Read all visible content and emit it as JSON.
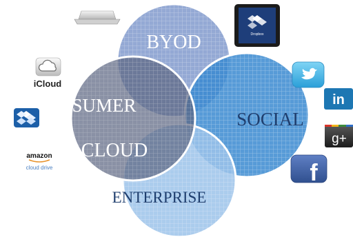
{
  "diagram": {
    "circles": [
      {
        "id": "byod",
        "label": "BYOD",
        "fill": "#8ea4d2"
      },
      {
        "id": "social",
        "label": "SOCIAL",
        "fill": "#3a8ad0"
      },
      {
        "id": "consumer",
        "label": "SUMER",
        "label_line2": "CLOUD",
        "fill": "#5d6782"
      },
      {
        "id": "enterprise",
        "label": "ENTERPRISE",
        "fill": "#9cc3ea"
      }
    ],
    "label_colors": {
      "light": "#ffffff",
      "dark": "#1f3e6e"
    }
  },
  "icons": {
    "left": [
      {
        "name": "icloud-icon",
        "text": "iCloud"
      },
      {
        "name": "dropbox-icon"
      },
      {
        "name": "amazon-cloud-drive-icon",
        "line1": "amazon",
        "line2": "cloud drive"
      }
    ],
    "right": [
      {
        "name": "twitter-icon"
      },
      {
        "name": "linkedin-icon",
        "text": "in"
      },
      {
        "name": "google-plus-icon",
        "text": "g+"
      },
      {
        "name": "facebook-icon",
        "text": "f"
      }
    ],
    "top": [
      {
        "name": "laptop-icon"
      },
      {
        "name": "tablet-icon",
        "text": "Dropbox"
      }
    ]
  }
}
